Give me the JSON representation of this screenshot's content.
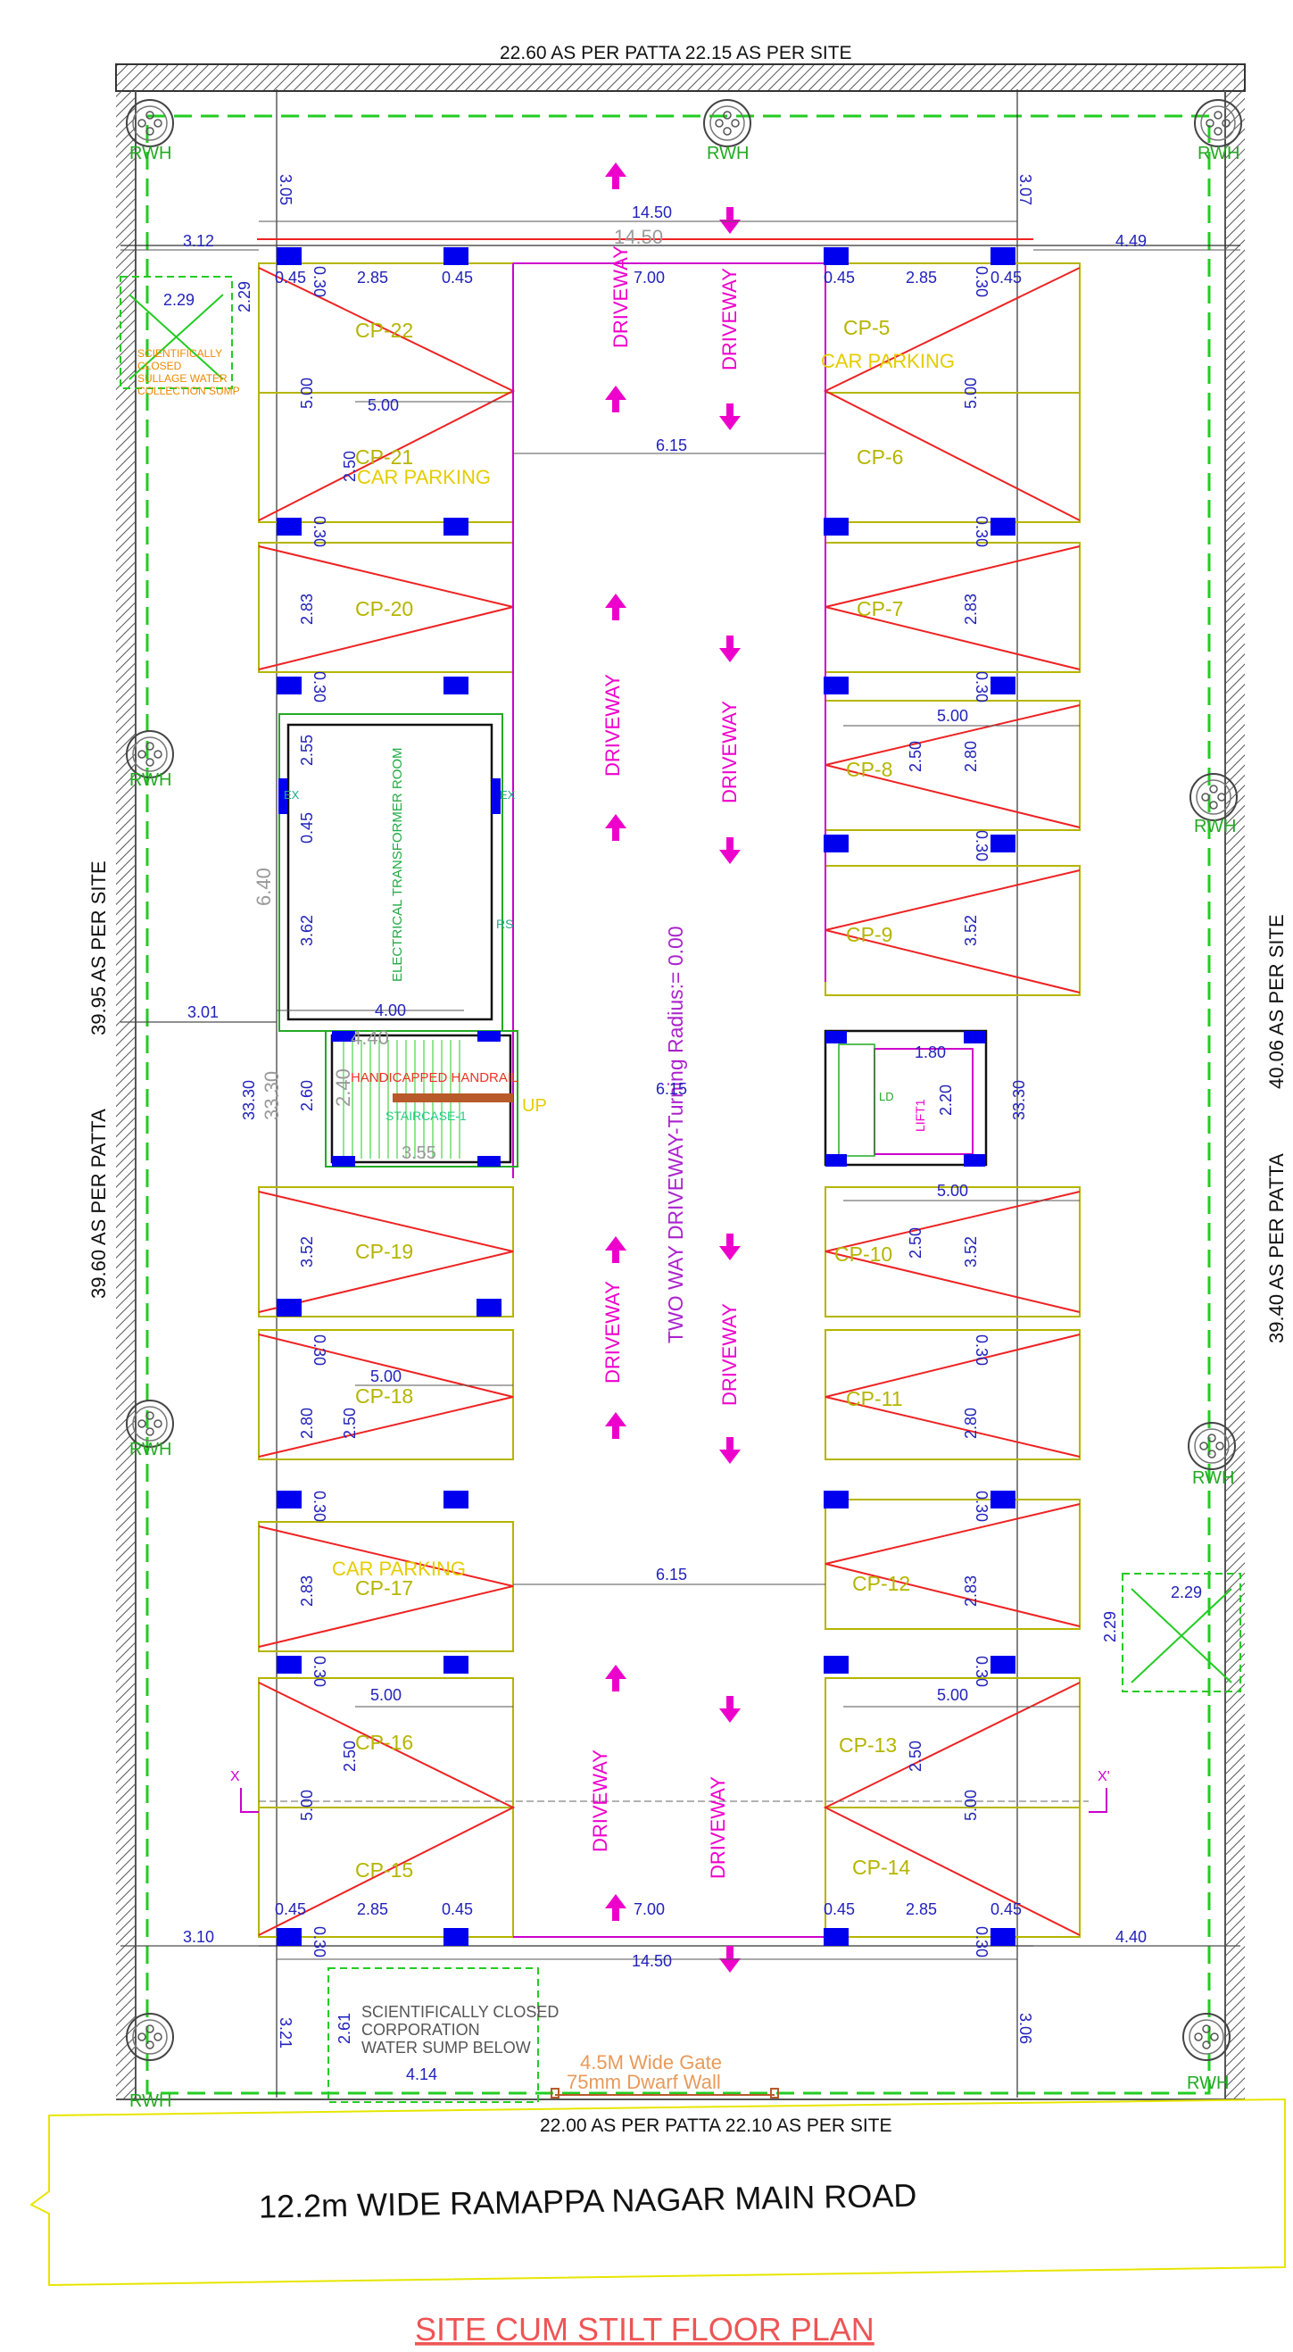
{
  "title": "SITE CUM STILT FLOOR PLAN",
  "road": "12.2m WIDE RAMAPPA NAGAR MAIN ROAD",
  "boundary": {
    "top": "22.60 AS PER PATTA   22.15 AS PER SITE",
    "bottom": "22.00 AS PER PATTA  22.10 AS PER SITE",
    "left_site": "39.95 AS PER SITE",
    "left_patta": "39.60 AS PER PATTA",
    "right_site": "40.06 AS PER SITE",
    "right_patta": "39.40 AS PER PATTA"
  },
  "rwh_label": "RWH",
  "parking_labels": {
    "left": [
      "CP-22",
      "CP-21",
      "CP-20",
      "CP-19",
      "CP-18",
      "CP-17",
      "CP-16",
      "CP-15"
    ],
    "right": [
      "CP-5",
      "CP-6",
      "CP-7",
      "CP-8",
      "CP-9",
      "CP-10",
      "CP-11",
      "CP-12",
      "CP-13",
      "CP-14"
    ]
  },
  "car_parking_label": "CAR PARKING",
  "driveway_label": "DRIVEWAY",
  "two_way_label": "TWO WAY DRIVEWAY-Turning Radius:= 0.00",
  "rooms": {
    "transformer": "ELECTRICAL TRANSFORMER ROOM",
    "handrail": "HANDICAPPED HANDRAIL",
    "staircase": "STAIRCASE-1",
    "up": "UP",
    "lift": "LIFT1",
    "ld": "LD",
    "rs": "RS",
    "ex": "EX",
    "sullage": [
      "SCIENTIFICALLY",
      "CLOSED",
      "SULLAGE WATER",
      "COLLECTION SUMP"
    ],
    "sump": [
      "SCIENTIFICALLY CLOSED",
      "CORPORATION",
      "WATER SUMP BELOW"
    ],
    "gate": [
      "4.5M Wide Gate",
      "75mm Dwarf Wall"
    ]
  },
  "dims": {
    "d1450": "14.50",
    "d612": "3.12",
    "d449": "4.49",
    "d305": "3.05",
    "d307": "3.07",
    "d045": "0.45",
    "d285": "2.85",
    "d700": "7.00",
    "d229": "2.29",
    "d500": "5.00",
    "d250": "2.50",
    "d615": "6.15",
    "d030": "0.30",
    "d283": "2.83",
    "d255": "2.55",
    "d280": "2.80",
    "d640": "6.40",
    "d362": "3.62",
    "d352": "3.52",
    "d301": "3.01",
    "d400": "4.00",
    "d440": "4.40",
    "d260": "2.60",
    "d240": "2.40",
    "d355": "3.55",
    "d180": "1.80",
    "d220": "2.20",
    "d3330": "33.30",
    "d310": "3.10",
    "d321": "3.21",
    "d306": "3.06",
    "d261": "2.61",
    "d414": "4.14",
    "x": "X",
    "xp": "X'"
  }
}
